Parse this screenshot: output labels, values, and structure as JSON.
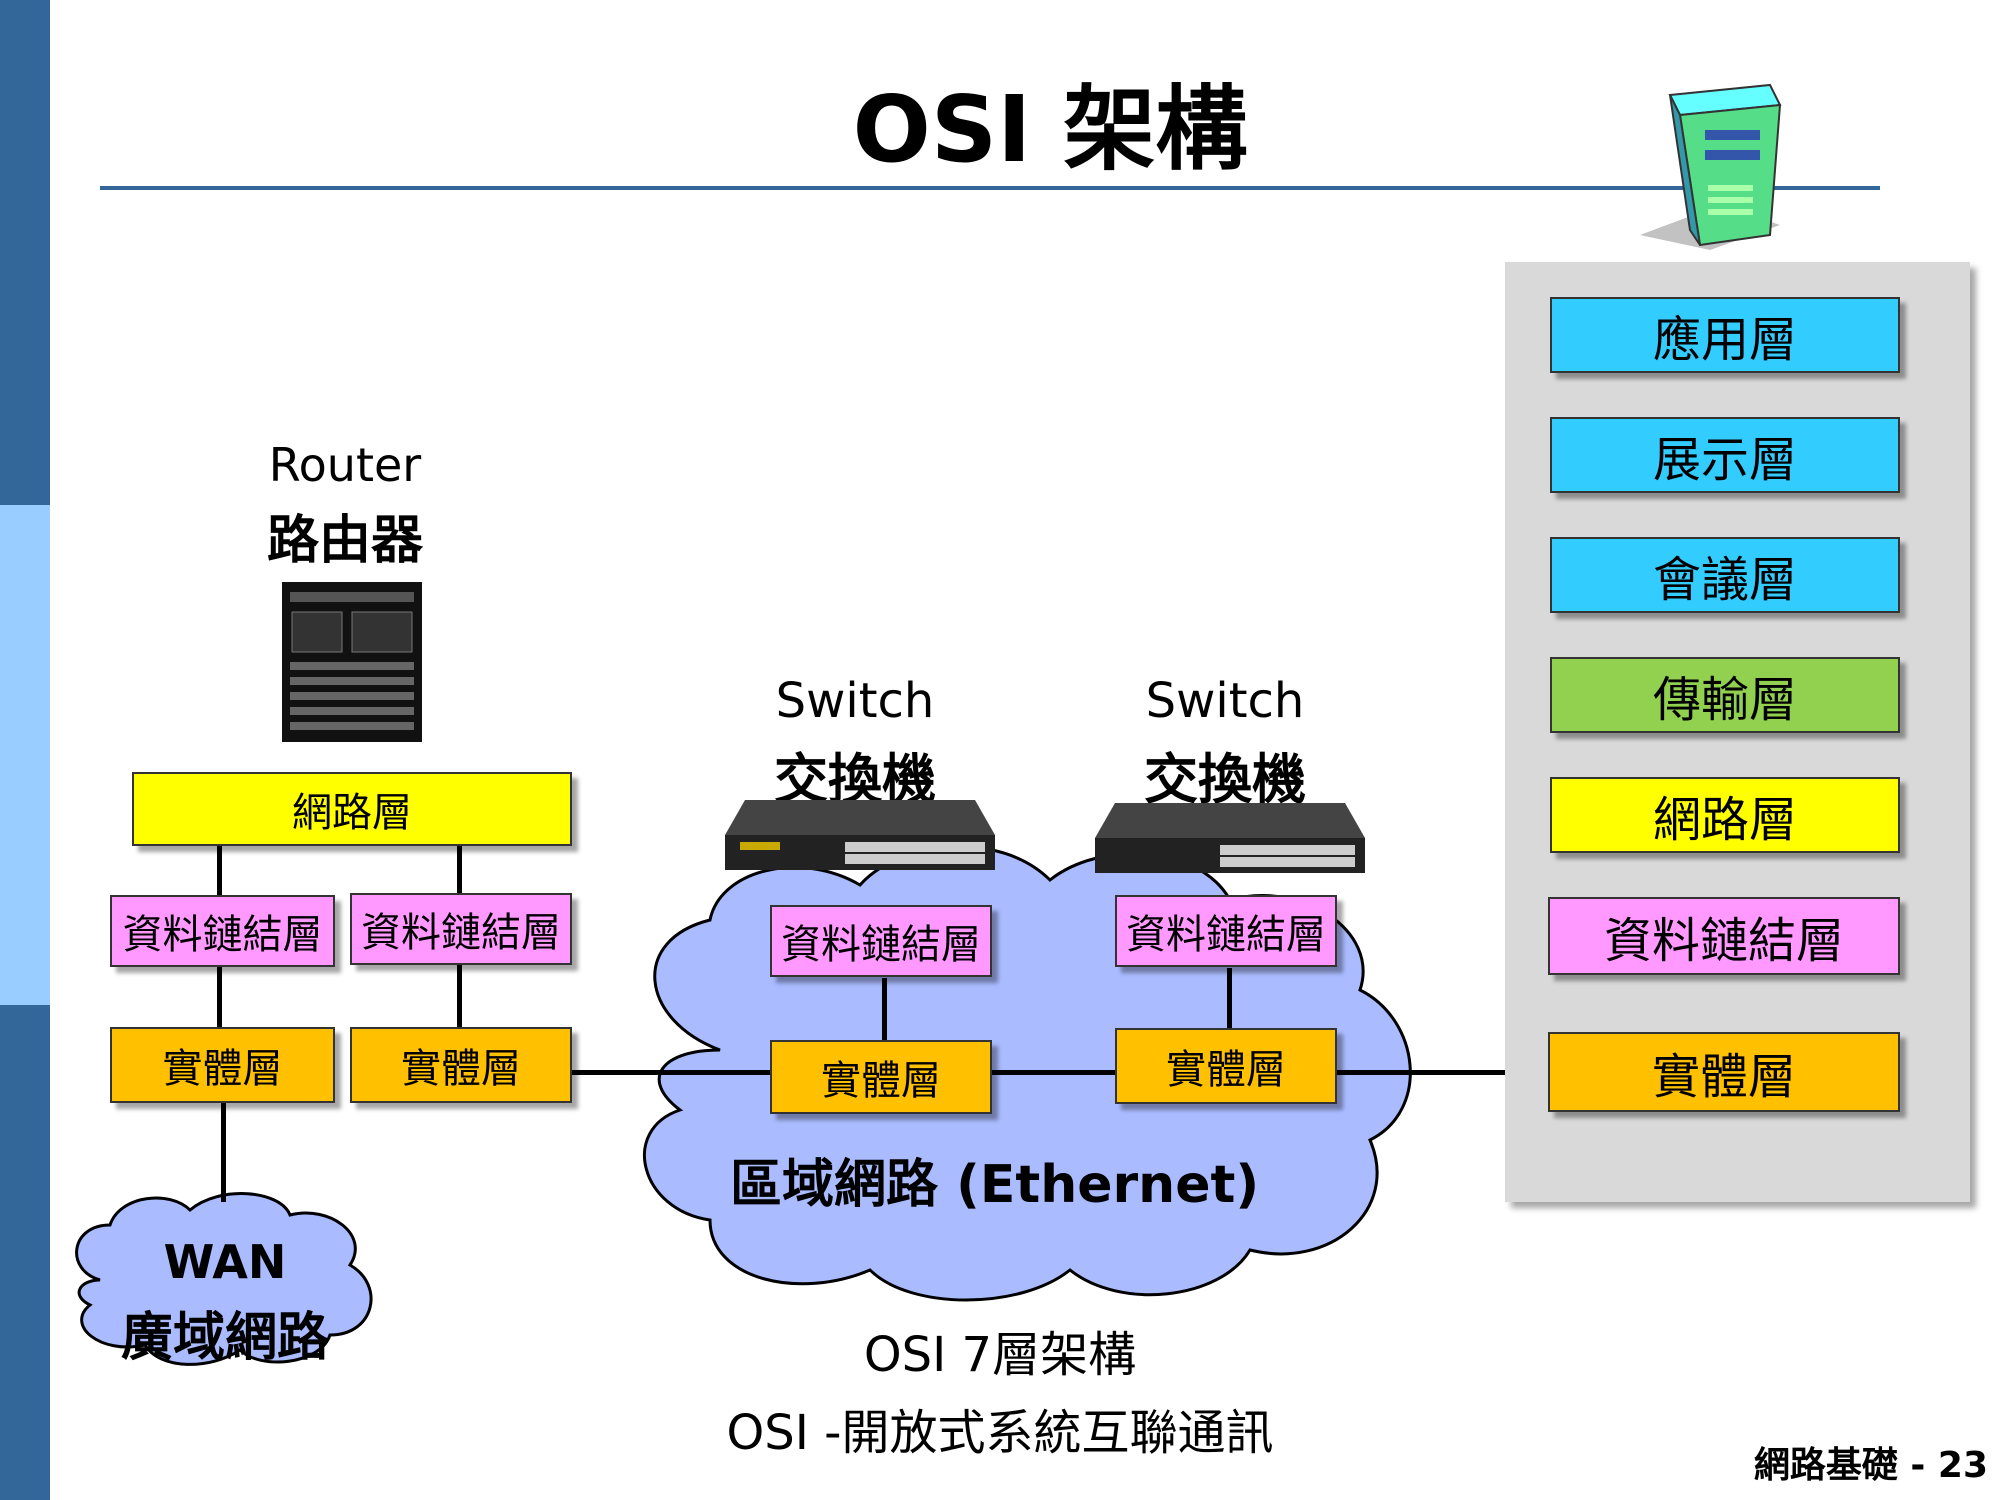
{
  "title": "OSI 架構",
  "router": {
    "label_en": "Router",
    "label_zh": "路由器",
    "network": "網路層",
    "datalink_left": "資料鏈結層",
    "datalink_right": "資料鏈結層",
    "physical_left": "實體層",
    "physical_right": "實體層"
  },
  "switch1": {
    "label_en": "Switch",
    "label_zh": "交換機",
    "datalink": "資料鏈結層",
    "physical": "實體層"
  },
  "switch2": {
    "label_en": "Switch",
    "label_zh": "交換機",
    "datalink": "資料鏈結層",
    "physical": "實體層"
  },
  "lan_label": "區域網路 (Ethernet)",
  "wan": {
    "en": "WAN",
    "zh": "廣域網路"
  },
  "osi_stack": [
    "應用層",
    "展示層",
    "會議層",
    "傳輸層",
    "網路層",
    "資料鏈結層",
    "實體層"
  ],
  "caption": {
    "line1": "OSI 7層架構",
    "line2": "OSI -開放式系統互聯通訊"
  },
  "footer": "網路基礎 - 23",
  "colors": {
    "sidebar": "#336699",
    "sidebar_mid": "#99ccff",
    "network_layer": "#ffff00",
    "datalink_layer": "#ff99ff",
    "physical_layer": "#ffc000",
    "upper_layers": "#33ccff",
    "transport_layer": "#92d050",
    "cloud": "#aabbff"
  }
}
